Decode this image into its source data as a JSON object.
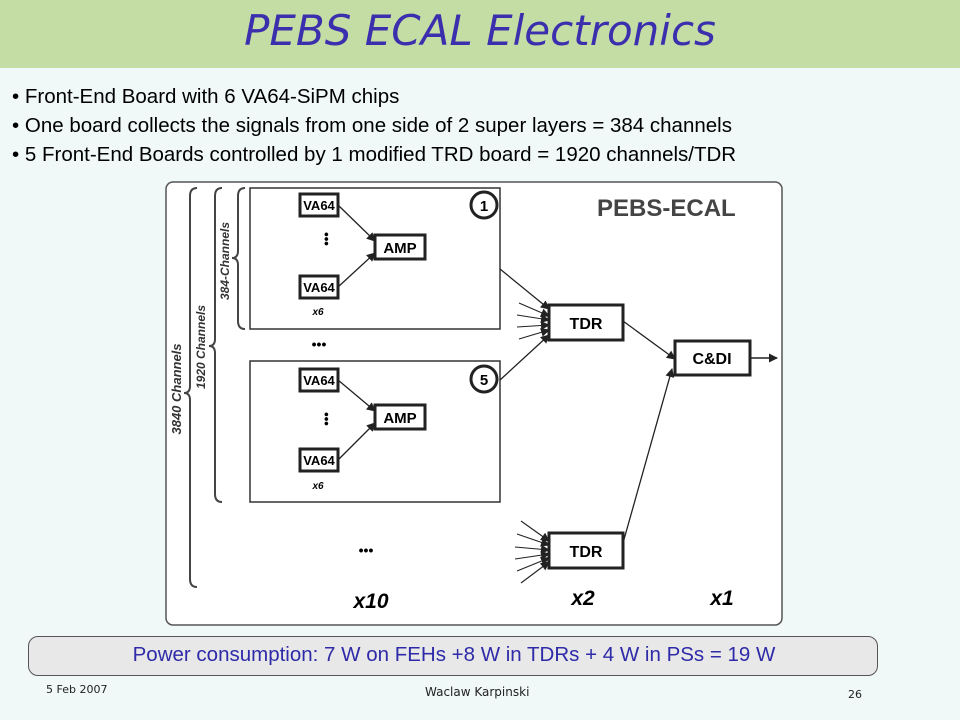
{
  "slide": {
    "title": "PEBS ECAL Electronics",
    "bullets": [
      "Front-End Board with 6 VA64-SiPM chips",
      "One board collects the signals from one side of 2 super layers = 384 channels",
      "5 Front-End Boards controlled by 1 modified TRD board = 1920 channels/TDR"
    ],
    "power": "Power consumption: 7 W on FEHs +8 W in TDRs + 4 W in PSs = 19 W",
    "footer": {
      "date": "5 Feb 2007",
      "author": "Waclaw Karpinski",
      "page": "26"
    }
  },
  "diagram": {
    "title": "PEBS-ECAL",
    "chip_label": "VA64",
    "amp_label": "AMP",
    "tdr_label": "TDR",
    "cdi_label": "C&DI",
    "board_multiplier": "x6",
    "board_numbers": [
      "1",
      "5"
    ],
    "ellipsis": "•••",
    "brace_labels": [
      "384-Channels",
      "1920 Channels",
      "3840 Channels"
    ],
    "multipliers": [
      "x10",
      "x2",
      "x1"
    ]
  }
}
